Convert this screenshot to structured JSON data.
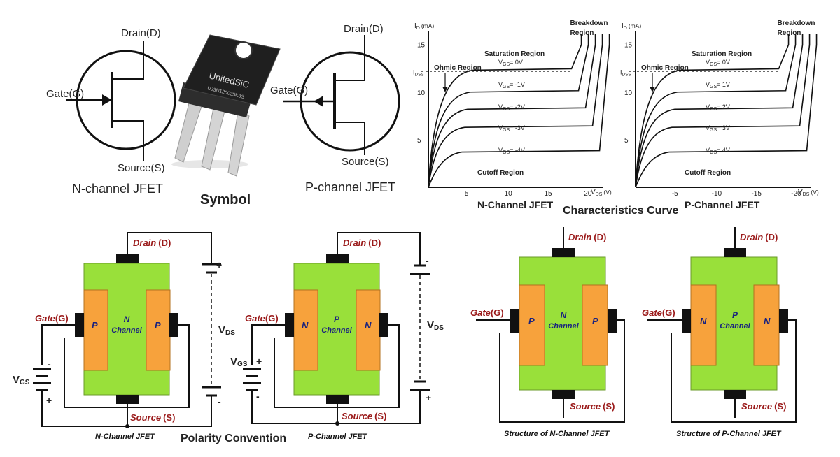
{
  "symbols": {
    "n_drain": "Drain(D)",
    "n_gate": "Gate(G)",
    "n_source": "Source(S)",
    "n_title": "N-channel JFET",
    "p_drain": "Drain(D)",
    "p_gate": "Gate(G)",
    "p_source": "Source(S)",
    "p_title": "P-channel JFET",
    "symbol_caption": "Symbol",
    "package_logo": "UnitedSiC",
    "package_part": "UJ3N120035K3S"
  },
  "characteristics_caption": "Characteristics Curve",
  "chart_data": [
    {
      "type": "line",
      "title": "N-Channel JFET",
      "ylabel_main": "I",
      "ylabel_sub": "D",
      "ylabel_unit": "(mA)",
      "xlabel_main": "V",
      "xlabel_sub": "DS",
      "xlabel_unit": "(V)",
      "yticks": [
        "5",
        "10",
        "15"
      ],
      "xticks": [
        "5",
        "10",
        "15",
        "20"
      ],
      "idss_main": "I",
      "idss_sub": "DSS",
      "annotations": {
        "ohmic": "Ohmic Region",
        "saturation": "Saturation Region",
        "breakdown_1": "Breakdown",
        "breakdown_2": "Region",
        "cutoff": "Cutoff Region"
      },
      "vgs_labels": [
        "V",
        "GS",
        "= 0V",
        "= -1V",
        "= -2V",
        "= -3V",
        "= -4V"
      ],
      "series": [
        {
          "vgs": "0V",
          "saturation_current": 12.3
        },
        {
          "vgs": "-1V",
          "saturation_current": 10.0
        },
        {
          "vgs": "-2V",
          "saturation_current": 8.2
        },
        {
          "vgs": "-3V",
          "saturation_current": 6.3
        },
        {
          "vgs": "-4V",
          "saturation_current": 3.7
        }
      ],
      "breakdown_vds": 18,
      "xlim": [
        0,
        22
      ],
      "ylim": [
        0,
        16
      ]
    },
    {
      "type": "line",
      "title": "P-Channel JFET",
      "ylabel_main": "I",
      "ylabel_sub": "D",
      "ylabel_unit": "(mA)",
      "xlabel_main": "V",
      "xlabel_sub": "DS",
      "xlabel_unit": "(V)",
      "yticks": [
        "5",
        "10",
        "15"
      ],
      "xticks": [
        "-5",
        "-10",
        "-15",
        "-20"
      ],
      "idss_main": "I",
      "idss_sub": "DSS",
      "annotations": {
        "ohmic": "Ohmic Region",
        "saturation": "Saturation Region",
        "breakdown_1": "Breakdown",
        "breakdown_2": "Region",
        "cutoff": "Cutoff Region"
      },
      "vgs_labels": [
        "V",
        "GS",
        "= 0V",
        "= 1V",
        "= 2V",
        "= 3V",
        "= 4V"
      ],
      "series": [
        {
          "vgs": "0V",
          "saturation_current": 12.3
        },
        {
          "vgs": "1V",
          "saturation_current": 10.0
        },
        {
          "vgs": "2V",
          "saturation_current": 8.2
        },
        {
          "vgs": "3V",
          "saturation_current": 6.3
        },
        {
          "vgs": "4V",
          "saturation_current": 3.7
        }
      ],
      "breakdown_vds": -18,
      "xlim": [
        0,
        -22
      ],
      "ylim": [
        0,
        16
      ]
    }
  ],
  "polarity": {
    "caption": "Polarity Convention",
    "n": {
      "drain": "Drain",
      "drain_tag": "(D)",
      "gate": "Gate",
      "gate_tag": "(G)",
      "source": "Source",
      "source_tag": "(S)",
      "left_region": "P",
      "right_region": "P",
      "channel_type": "N",
      "channel_word": "Channel",
      "vds_main": "V",
      "vds_sub": "DS",
      "vgs_main": "V",
      "vgs_sub": "GS",
      "vds_top_sign": "+",
      "vds_bottom_sign": "-",
      "vgs_top_sign": "-",
      "vgs_bottom_sign": "+",
      "caption": "N-Channel JFET"
    },
    "p": {
      "drain": "Drain",
      "drain_tag": "(D)",
      "gate": "Gate",
      "gate_tag": "(G)",
      "source": "Source",
      "source_tag": "(S)",
      "left_region": "N",
      "right_region": "N",
      "channel_type": "P",
      "channel_word": "Channel",
      "vds_main": "V",
      "vds_sub": "DS",
      "vgs_main": "V",
      "vgs_sub": "GS",
      "vds_top_sign": "-",
      "vds_bottom_sign": "+",
      "vgs_top_sign": "+",
      "vgs_bottom_sign": "-",
      "caption": "P-Channel JFET"
    }
  },
  "structure": {
    "n": {
      "drain": "Drain",
      "drain_tag": "(D)",
      "gate": "Gate",
      "gate_tag": "(G)",
      "source": "Source",
      "source_tag": "(S)",
      "left_region": "P",
      "right_region": "P",
      "channel_type": "N",
      "channel_word": "Channel",
      "caption": "Structure of N-Channel JFET"
    },
    "p": {
      "drain": "Drain",
      "drain_tag": "(D)",
      "gate": "Gate",
      "gate_tag": "(G)",
      "source": "Source",
      "source_tag": "(S)",
      "left_region": "N",
      "right_region": "N",
      "channel_type": "P",
      "channel_word": "Channel",
      "caption": "Structure of P-Channel JFET"
    }
  },
  "colors": {
    "channel": "#99e03a",
    "gate_region": "#f7a23c",
    "contact": "#111111",
    "label_red": "#9b1b1b",
    "label_dark": "#1a237e"
  }
}
